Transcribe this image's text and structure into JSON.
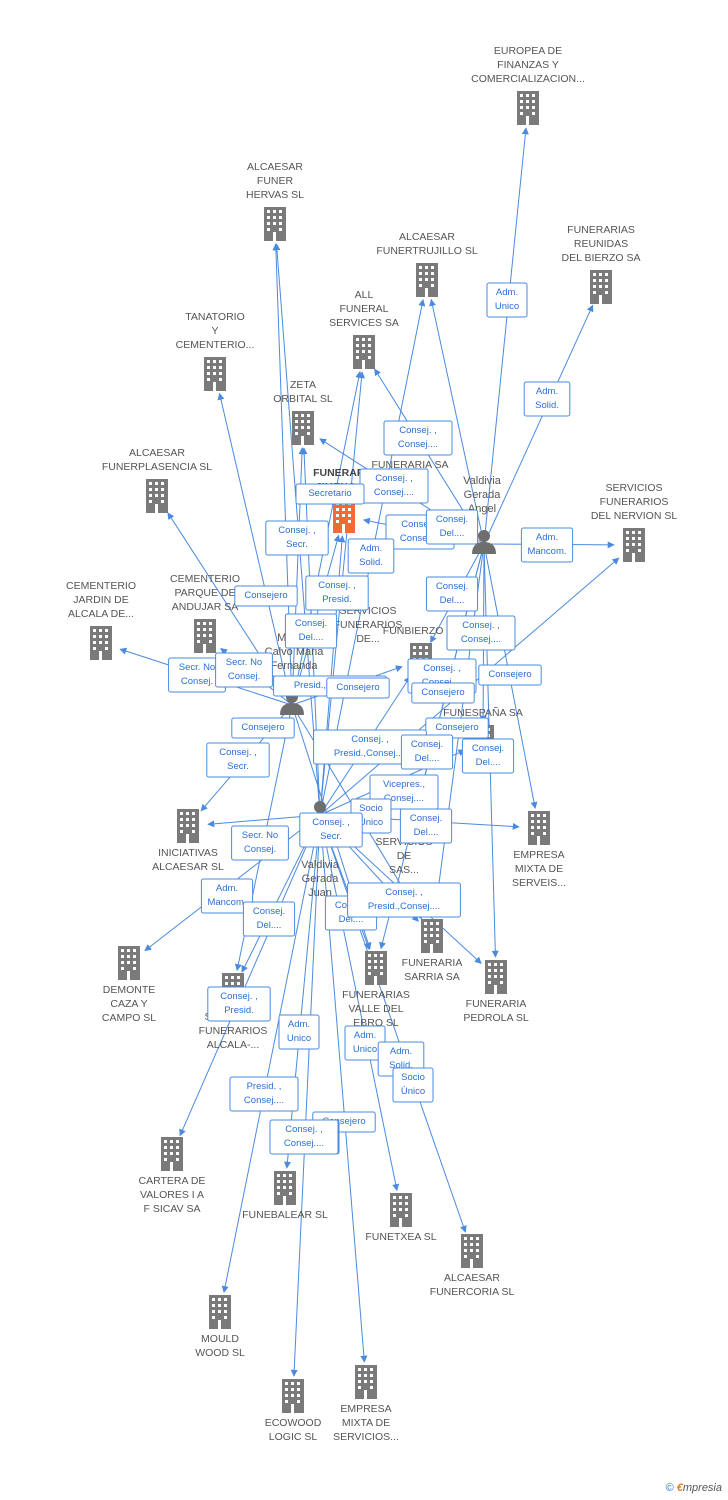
{
  "colors": {
    "edge": "#4a8be0",
    "building": "#7a7a7a",
    "focus": "#f26a36",
    "person": "#6e6e6e",
    "label": "#555555"
  },
  "companies": [
    {
      "id": "europea",
      "label": [
        "EUROPEA DE",
        "FINANZAS Y",
        "COMERCIALIZACION..."
      ]
    },
    {
      "id": "funer_hervas",
      "label": [
        "ALCAESAR",
        "FUNER",
        "HERVAS SL"
      ]
    },
    {
      "id": "funertrujillo",
      "label": [
        "ALCAESAR",
        "FUNERTRUJILLO SL"
      ]
    },
    {
      "id": "bierzo",
      "label": [
        "FUNERARIAS",
        "REUNIDAS",
        "DEL BIERZO SA"
      ]
    },
    {
      "id": "tanatorio",
      "label": [
        "TANATORIO",
        "Y",
        "CEMENTERIO..."
      ]
    },
    {
      "id": "all_funeral",
      "label": [
        "ALL",
        "FUNERAL",
        "SERVICES SA"
      ]
    },
    {
      "id": "zeta",
      "label": [
        "ZETA",
        "ORBITAL SL"
      ]
    },
    {
      "id": "funerplasencia",
      "label": [
        "ALCAESAR",
        "FUNERPLASENCIA SL"
      ]
    },
    {
      "id": "focus",
      "label": [
        "FUNERARIA",
        "JIMENO SL"
      ],
      "focus": true
    },
    {
      "id": "nervion",
      "label": [
        "SERVICIOS",
        "FUNERARIOS",
        "DEL NERVION SL"
      ]
    },
    {
      "id": "jardin_alcala",
      "label": [
        "CEMENTERIO",
        "JARDIN DE",
        "ALCALA DE..."
      ]
    },
    {
      "id": "andujar",
      "label": [
        "CEMENTERIO",
        "PARQUE DE",
        "ANDUJAR SA"
      ]
    },
    {
      "id": "funbierzo",
      "label": [
        "FUNBIERZO SL"
      ]
    },
    {
      "id": "funerespana",
      "label": [
        "FUNESPAÑA SA"
      ]
    },
    {
      "id": "iniciativas",
      "label": [
        "INICIATIVAS",
        "ALCAESAR SL"
      ]
    },
    {
      "id": "empresa_serveis",
      "label": [
        "EMPRESA",
        "MIXTA DE",
        "SERVEIS..."
      ]
    },
    {
      "id": "demonte",
      "label": [
        "DEMONTE",
        "CAZA Y",
        "CAMPO SL"
      ]
    },
    {
      "id": "sf_alcala",
      "label": [
        "SERVICIOS",
        "FUNERARIOS",
        "ALCALA-..."
      ]
    },
    {
      "id": "sarria",
      "label": [
        "FUNERARIA",
        "SARRIA SA"
      ]
    },
    {
      "id": "pedrola",
      "label": [
        "FUNERARIA",
        "PEDROLA SL"
      ]
    },
    {
      "id": "valle_ebro",
      "label": [
        "FUNERARIAS",
        "VALLE DEL",
        "EBRO SL"
      ]
    },
    {
      "id": "cartera",
      "label": [
        "CARTERA DE",
        "VALORES I A",
        "F SICAV SA"
      ]
    },
    {
      "id": "funebalear",
      "label": [
        "FUNEBALEAR SL"
      ]
    },
    {
      "id": "funetxea",
      "label": [
        "FUNETXEA SL"
      ]
    },
    {
      "id": "funercoria",
      "label": [
        "ALCAESAR",
        "FUNERCORIA SL"
      ]
    },
    {
      "id": "mould",
      "label": [
        "MOULD",
        "WOOD SL"
      ]
    },
    {
      "id": "ecowood",
      "label": [
        "ECOWOOD",
        "LOGIC SL"
      ]
    },
    {
      "id": "empresa_servicios",
      "label": [
        "EMPRESA",
        "MIXTA DE",
        "SERVICIOS..."
      ]
    },
    {
      "id": "servicios_sas",
      "label": [
        "SERVICIOS",
        "DE",
        "SAS..."
      ]
    },
    {
      "id": "sf_de",
      "label": [
        "SERVICIOS",
        "FUNERARIOS",
        "DE..."
      ]
    },
    {
      "id": "funeraria_sa",
      "label": [
        "FUNERARIA SA"
      ]
    }
  ],
  "persons": [
    {
      "id": "angel",
      "label": [
        "Valdivia",
        "Gerada",
        "Angel"
      ]
    },
    {
      "id": "maria",
      "label": [
        "Mendo",
        "Calvo Maria",
        "Fernanda"
      ]
    },
    {
      "id": "juan",
      "label": [
        "Valdivia",
        "Gerada",
        "Juan"
      ]
    }
  ],
  "relations": [
    {
      "label": [
        "Adm.",
        "Unico"
      ]
    },
    {
      "label": [
        "Adm.",
        "Solid."
      ]
    },
    {
      "label": [
        "Consej. ,",
        "Consej...."
      ]
    },
    {
      "label": [
        "Consej. ,",
        "Consej...."
      ]
    },
    {
      "label": [
        "Secretario"
      ]
    },
    {
      "label": [
        "Consej. ,",
        "Consej...."
      ]
    },
    {
      "label": [
        "Consej.",
        "Del...."
      ]
    },
    {
      "label": [
        "Adm.",
        "Mancom."
      ]
    },
    {
      "label": [
        "Adm.",
        "Solid."
      ]
    },
    {
      "label": [
        "Consej. ,",
        "Secr."
      ]
    },
    {
      "label": [
        "Consej. ,",
        "Presid."
      ]
    },
    {
      "label": [
        "Consejero"
      ]
    },
    {
      "label": [
        "Consej.",
        "Del...."
      ]
    },
    {
      "label": [
        "Consej. ,",
        "Consej...."
      ]
    },
    {
      "label": [
        "Consej.",
        "Del...."
      ]
    },
    {
      "label": [
        "Consej. ,",
        "Consej...."
      ]
    },
    {
      "label": [
        "Consejero"
      ]
    },
    {
      "label": [
        "Consejero"
      ]
    },
    {
      "label": [
        "Secr. No",
        "Consej."
      ]
    },
    {
      "label": [
        "Secr. No",
        "Consej."
      ]
    },
    {
      "label": [
        "Presid.,Consej...."
      ]
    },
    {
      "label": [
        "Consejero"
      ]
    },
    {
      "label": [
        "Consejero"
      ]
    },
    {
      "label": [
        "Consejero"
      ]
    },
    {
      "label": [
        "Consej. ,",
        "Secr."
      ]
    },
    {
      "label": [
        "Consej. ,",
        "Presid.,Consej...."
      ]
    },
    {
      "label": [
        "Consej.",
        "Del...."
      ]
    },
    {
      "label": [
        "Consej.",
        "Del...."
      ]
    },
    {
      "label": [
        "Vicepres.,",
        "Consej...."
      ]
    },
    {
      "label": [
        "Socio",
        "Único"
      ]
    },
    {
      "label": [
        "Consej. ,",
        "Secr."
      ]
    },
    {
      "label": [
        "Secr. No",
        "Consej."
      ]
    },
    {
      "label": [
        "Consej.",
        "Del...."
      ]
    },
    {
      "label": [
        "Adm.",
        "Mancom."
      ]
    },
    {
      "label": [
        "Consej.",
        "Del...."
      ]
    },
    {
      "label": [
        "Consej.",
        "Del...."
      ]
    },
    {
      "label": [
        "Consej. ,",
        "Presid.,Consej...."
      ]
    },
    {
      "label": [
        "Consej. ,",
        "Presid."
      ]
    },
    {
      "label": [
        "Adm.",
        "Unico"
      ]
    },
    {
      "label": [
        "Adm.",
        "Unico"
      ]
    },
    {
      "label": [
        "Adm.",
        "Solid."
      ]
    },
    {
      "label": [
        "Socio",
        "Único"
      ]
    },
    {
      "label": [
        "Presid. ,",
        "Consej...."
      ]
    },
    {
      "label": [
        "Consejero"
      ]
    },
    {
      "label": [
        "Consej. ,",
        "Consej...."
      ]
    },
    {
      "label": [
        "Consej. ,",
        "Consej...."
      ]
    }
  ],
  "credit": {
    "copyright": "©",
    "brand_e": "€",
    "brand_rest": "mpresia"
  }
}
